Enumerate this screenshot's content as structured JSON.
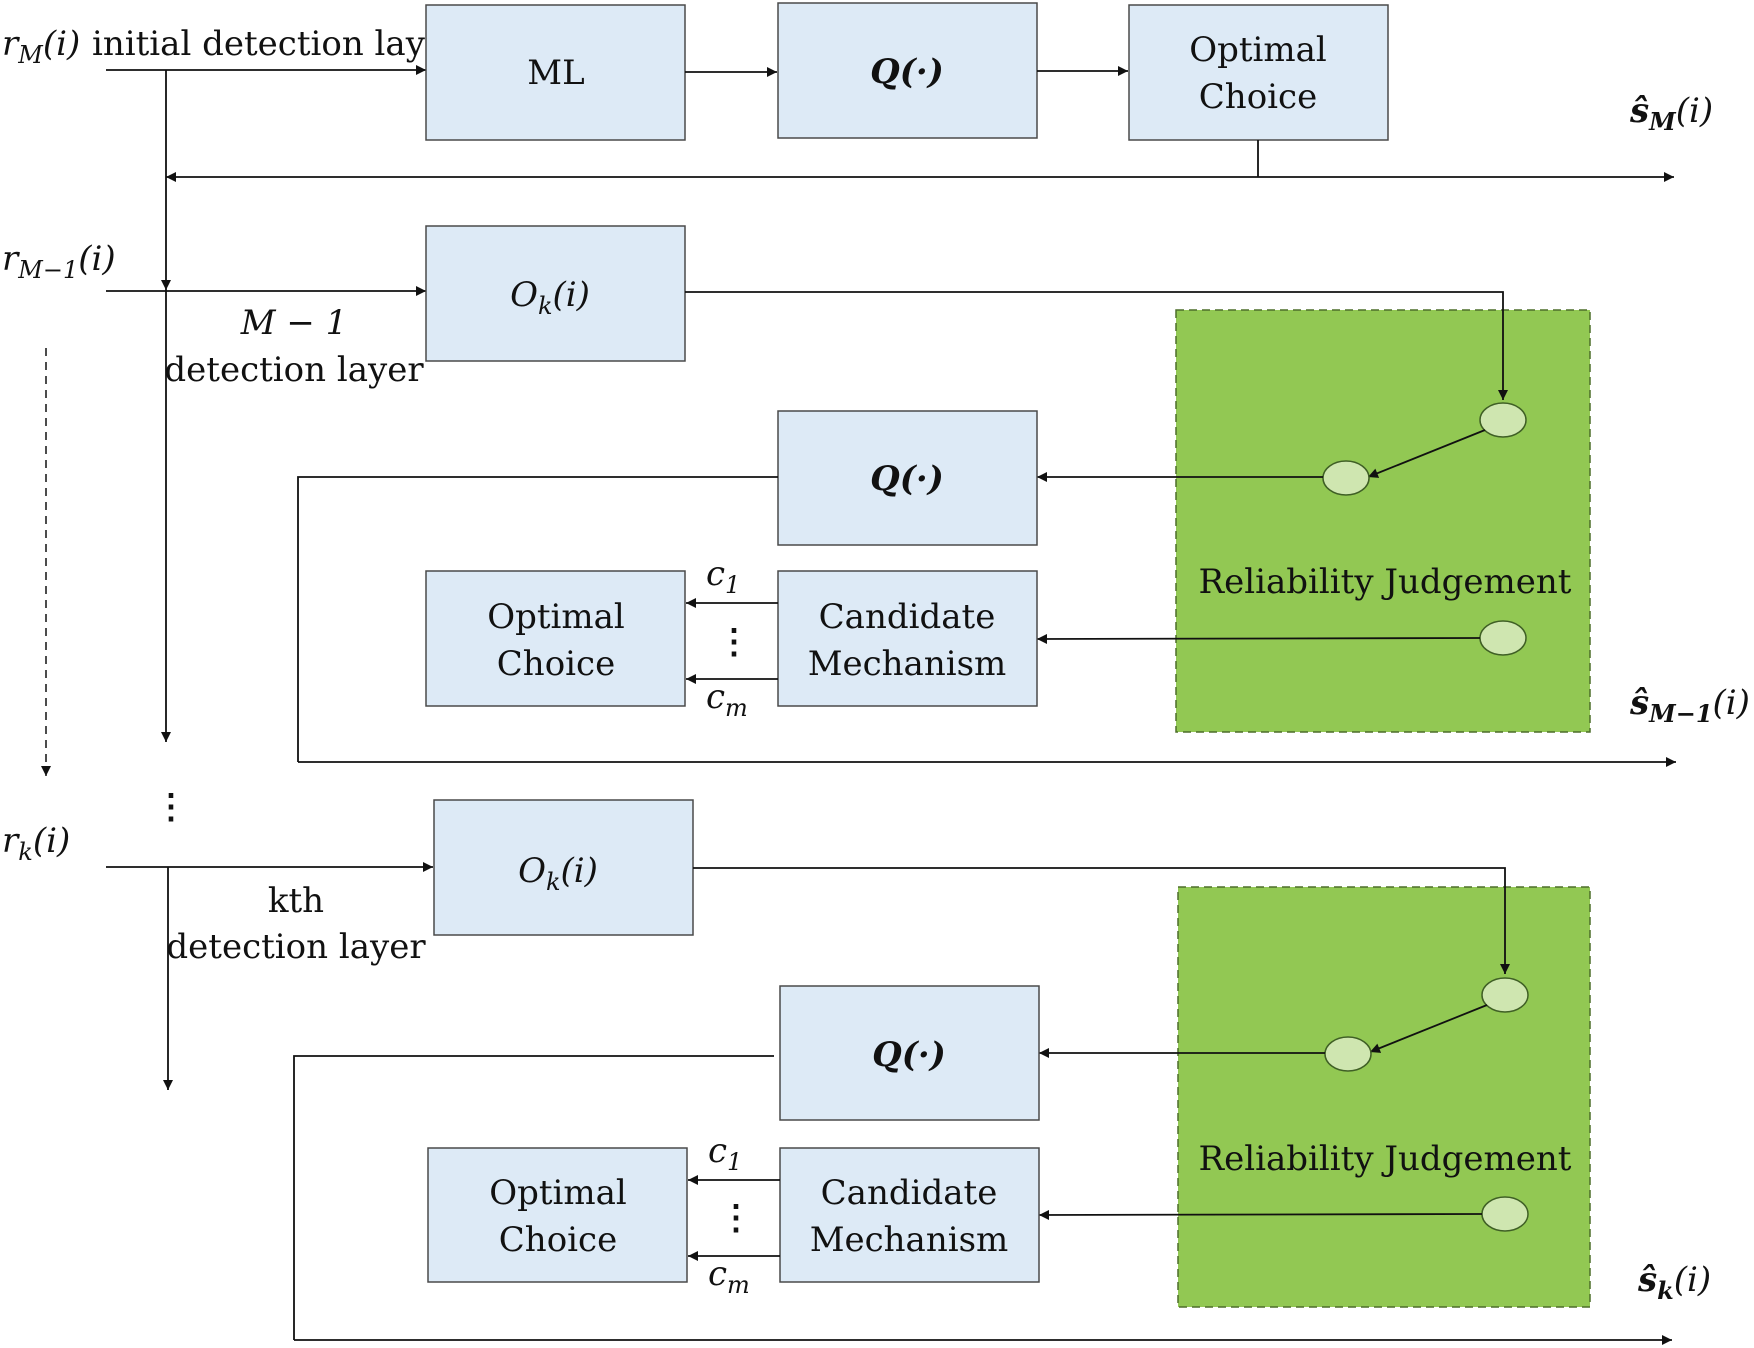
{
  "layers": {
    "top": {
      "input_label": "initial detection layer",
      "ml": "ML",
      "quantizer": "Q(·)",
      "optimal_line1": "Optimal",
      "optimal_line2": "Choice"
    },
    "middle": {
      "layer_line1": "M − 1",
      "layer_line2": "detection layer",
      "order": "Ok(i)",
      "quantizer": "Q(·)",
      "optimal_line1": "Optimal",
      "optimal_line2": "Choice",
      "candidate_line1": "Candidate",
      "candidate_line2": "Mechanism",
      "reliability": "Reliability Judgement"
    },
    "bottom": {
      "layer_line1": "kth",
      "layer_line2": "detection layer",
      "order": "Ok(i)",
      "quantizer": "Q(·)",
      "optimal_line1": "Optimal",
      "optimal_line2": "Choice",
      "candidate_line1": "Candidate",
      "candidate_line2": "Mechanism",
      "reliability": "Reliability Judgement"
    }
  },
  "math": {
    "r_M": "rM(i)",
    "r_M1": "rM−1(i)",
    "r_k": "rk(i)",
    "s_M": "ŝM(i)",
    "s_M1": "ŝM−1(i)",
    "s_k": "ŝk(i)",
    "c1": "c1",
    "cm": "cm",
    "vdots": "⋮"
  },
  "colors": {
    "box_fill": "#ddeaf6",
    "reliability_fill": "#92c853",
    "node_fill": "#cfe6b0"
  }
}
